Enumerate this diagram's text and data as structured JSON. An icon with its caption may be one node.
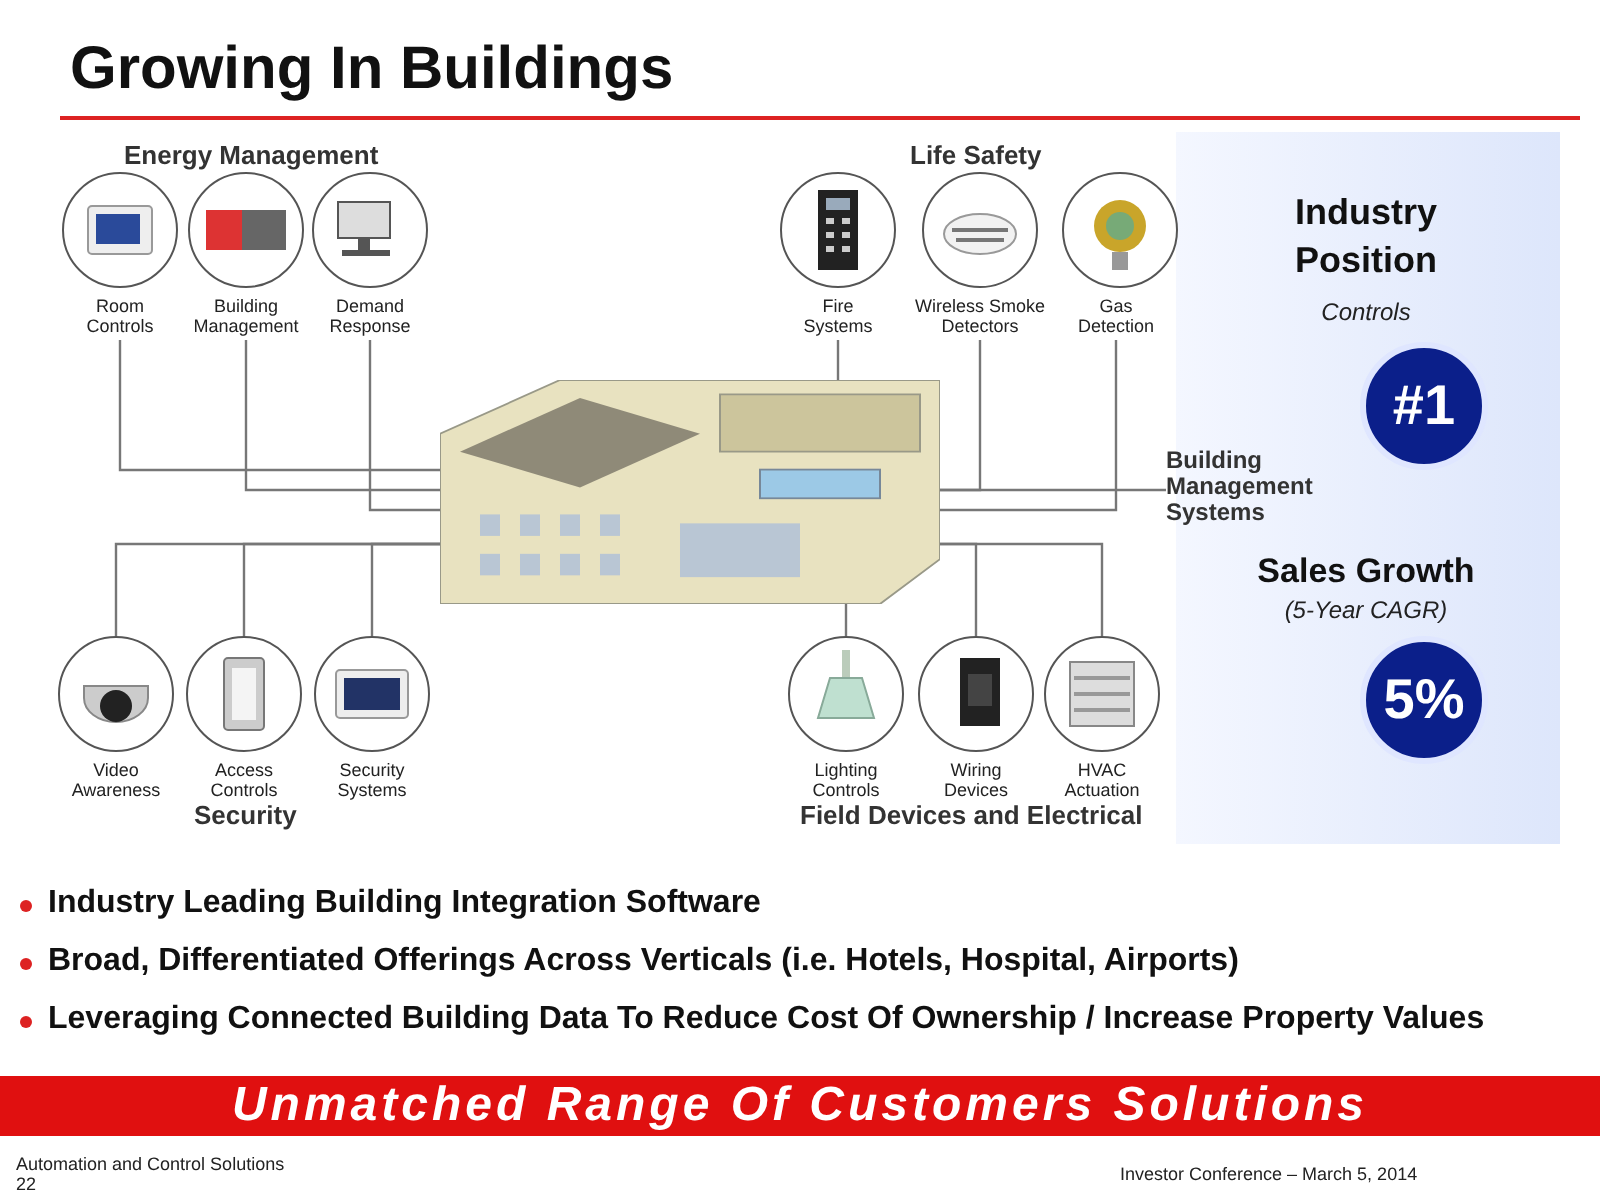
{
  "diagram": {
    "title": "Growing In Buildings",
    "nodes": [
      {
        "text": [],
        "shape": "picture"
      },
      {
        "text": [
          "Room Controls"
        ]
      },
      {
        "text": [
          "Building Management"
        ]
      },
      {
        "text": [
          "Demand Response"
        ]
      },
      {
        "text": [
          "Fire Systems"
        ]
      },
      {
        "text": [
          "Wireless Smoke Detectors"
        ]
      },
      {
        "text": [
          "Gas Detection"
        ]
      },
      {
        "text": [
          "Building Management Systems"
        ]
      },
      {
        "text": [
          "#1"
        ]
      },
      {
        "text": [
          "5%"
        ]
      },
      {
        "text": [
          "Video Awareness"
        ]
      },
      {
        "text": [
          "Access Controls"
        ]
      },
      {
        "text": [
          "Security Systems"
        ]
      },
      {
        "text": [
          "Lighting Controls"
        ]
      },
      {
        "text": [
          "Wiring Devices"
        ]
      },
      {
        "text": [
          "HVAC Actuation"
        ]
      },
      {
        "text": [
          "Unmatched Range Of Customers Solutions"
        ]
      }
    ],
    "edges": [
      {
        "from": 1,
        "to": 0,
        "arrow": "none"
      },
      {
        "from": 2,
        "to": 0,
        "arrow": "none"
      },
      {
        "from": 3,
        "to": 0,
        "arrow": "none"
      },
      {
        "from": 4,
        "to": 0,
        "arrow": "none"
      },
      {
        "from": 5,
        "to": 0,
        "arrow": "none"
      },
      {
        "from": 6,
        "to": 0,
        "arrow": "none"
      },
      {
        "from": 0,
        "to": 7,
        "arrow": "none"
      },
      {
        "from": 10,
        "to": 0,
        "arrow": "none"
      },
      {
        "from": 11,
        "to": 0,
        "arrow": "none"
      },
      {
        "from": 12,
        "to": 0,
        "arrow": "none"
      },
      {
        "from": 13,
        "to": 0,
        "arrow": "none"
      },
      {
        "from": 14,
        "to": 0,
        "arrow": "none"
      },
      {
        "from": 15,
        "to": 0,
        "arrow": "none"
      }
    ],
    "labels": [
      "Energy Management",
      "Life Safety",
      "Industry Position",
      "Controls",
      "Sales Growth",
      "(5-Year CAGR)",
      "Security",
      "Field Devices and Electrical",
      "Industry Leading Building Integration Software",
      "Broad, Differentiated Offerings Across Verticals (i.e. Hotels, Hospital, Airports)",
      "Leveraging Connected Building Data To Reduce Cost Of Ownership / Increase Property Values",
      "Automation and Control Solutions",
      "22",
      "Investor Conference – March 5, 2014"
    ]
  }
}
